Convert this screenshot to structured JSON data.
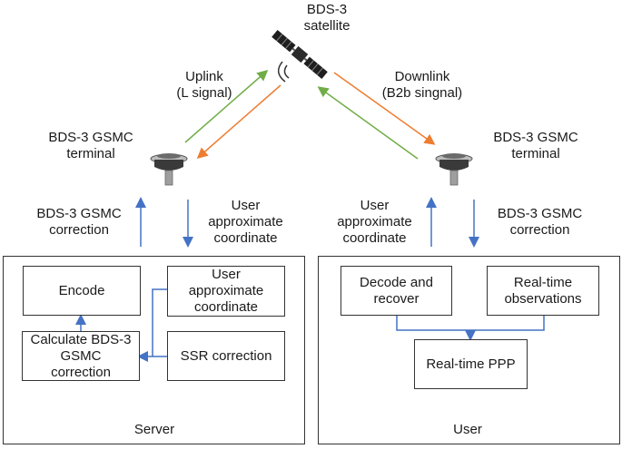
{
  "satellite": {
    "label": "BDS-3\nsatellite"
  },
  "uplink": {
    "label": "Uplink\n(L signal)"
  },
  "downlink": {
    "label": "Downlink\n(B2b singnal)"
  },
  "terminal_left": {
    "label": "BDS-3 GSMC\nterminal"
  },
  "terminal_right": {
    "label": "BDS-3 GSMC\nterminal"
  },
  "left_links": {
    "up_label": "BDS-3 GSMC\ncorrection",
    "down_label": "User\napproximate\ncoordinate"
  },
  "right_links": {
    "up_label": "User\napproximate\ncoordinate",
    "down_label": "BDS-3 GSMC\ncorrection"
  },
  "server": {
    "title": "Server",
    "encode": "Encode",
    "user_coord": "User\napproximate\ncoordinate",
    "calc": "Calculate BDS-3\nGSMC\ncorrection",
    "ssr": "SSR correction"
  },
  "user": {
    "title": "User",
    "decode": "Decode and\nrecover",
    "observations": "Real-time\nobservations",
    "ppp": "Real-time PPP"
  },
  "colors": {
    "green": "#70ad47",
    "orange": "#ed7d31",
    "blue": "#4472c4",
    "line": "#333333"
  }
}
